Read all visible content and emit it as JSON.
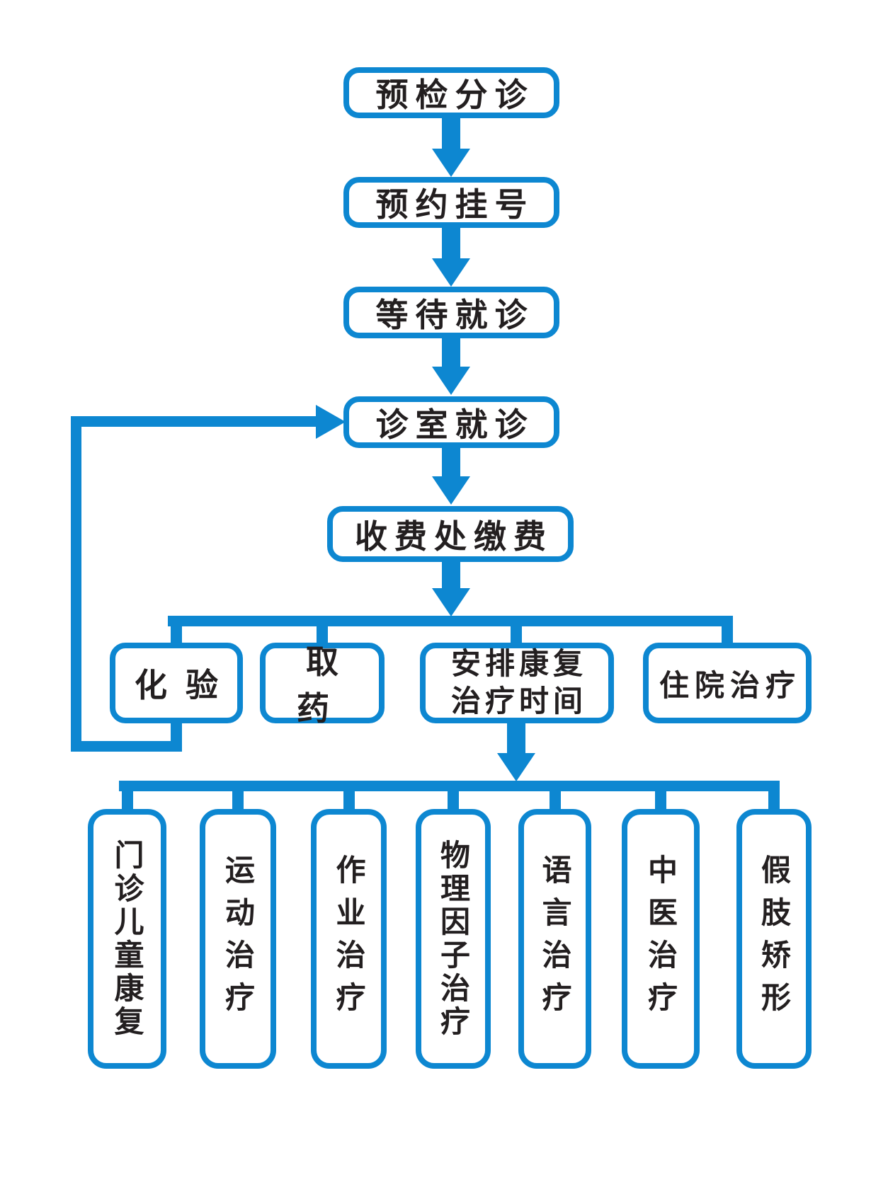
{
  "diagram": {
    "title_implicit": "",
    "steps": [
      {
        "label": "预检分诊"
      },
      {
        "label": "预约挂号"
      },
      {
        "label": "等待就诊"
      },
      {
        "label": "诊室就诊"
      },
      {
        "label": "收费处缴费"
      }
    ],
    "branches": {
      "lab": "化验",
      "pharmacy": "取药",
      "arrange_line1": "安排康复",
      "arrange_line2": "治疗时间",
      "inpatient": "住院治疗"
    },
    "therapies": [
      "门诊儿童康复",
      "运动治疗",
      "作业治疗",
      "物理因子治疗",
      "语言治疗",
      "中医治疗",
      "假肢矫形"
    ],
    "colors": {
      "line_blue": "#0d87d1",
      "text_black": "#231f20",
      "background": "#ffffff"
    }
  }
}
